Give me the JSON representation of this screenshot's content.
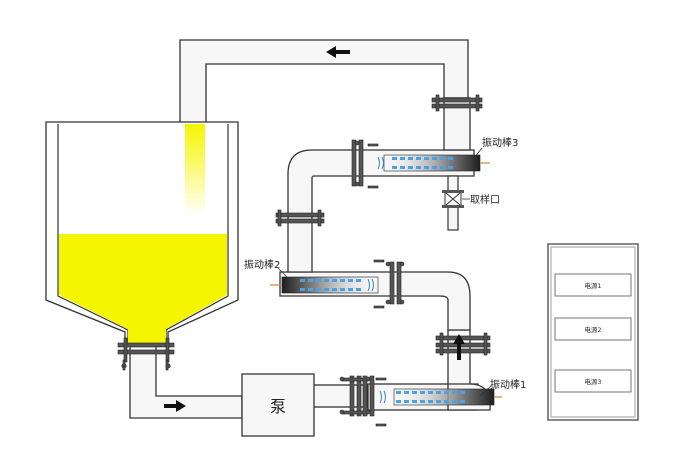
{
  "labels": {
    "pump": "泵",
    "sampling_port": "取样口",
    "vibrator_1": "振动棒1",
    "vibrator_2": "振动棒2",
    "vibrator_3": "振动棒3"
  },
  "power_cabinet": {
    "units": [
      "电源1",
      "电源2",
      "电源3"
    ]
  },
  "colors": {
    "liquid": "#f5f500",
    "pipe_fill": "#f7f7f7",
    "outline": "#333333",
    "bead": "#4aa3e0"
  },
  "icons": {
    "flow_arrow": "arrow",
    "valve": "bowtie-valve",
    "signal": "wave"
  }
}
